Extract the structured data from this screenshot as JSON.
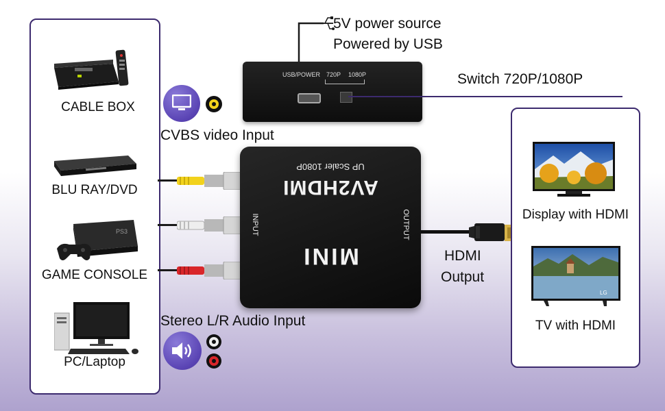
{
  "sources": {
    "cable_box": "CABLE BOX",
    "blu_ray": "BLU RAY/DVD",
    "game_console": "GAME CONSOLE",
    "pc": "PC/Laptop"
  },
  "power": {
    "line1": "5V power source",
    "line2": "Powered by USB",
    "port_usb": "USB/POWER",
    "port_720": "720P",
    "port_1080": "1080P",
    "switch_label": "Switch 720P/1080P"
  },
  "inputs": {
    "cvbs": "CVBS video Input",
    "audio": "Stereo L/R Audio Input"
  },
  "converter": {
    "scaler": "UP Scaler 1080P",
    "name": "AV2HDMI",
    "model": "MINI",
    "input": "INPUT",
    "output": "OUTPUT"
  },
  "output": {
    "line1": "HDMI",
    "line2": "Output"
  },
  "displays": {
    "hdmi_display": "Display with HDMI",
    "tv": "TV with HDMI",
    "tv_brand": "LG"
  },
  "colors": {
    "accent": "#3c2a6e",
    "badge": "#5a44b4",
    "rca_yellow": "#f2d21c",
    "rca_white": "#e8e8e8",
    "rca_red": "#d9262a"
  }
}
